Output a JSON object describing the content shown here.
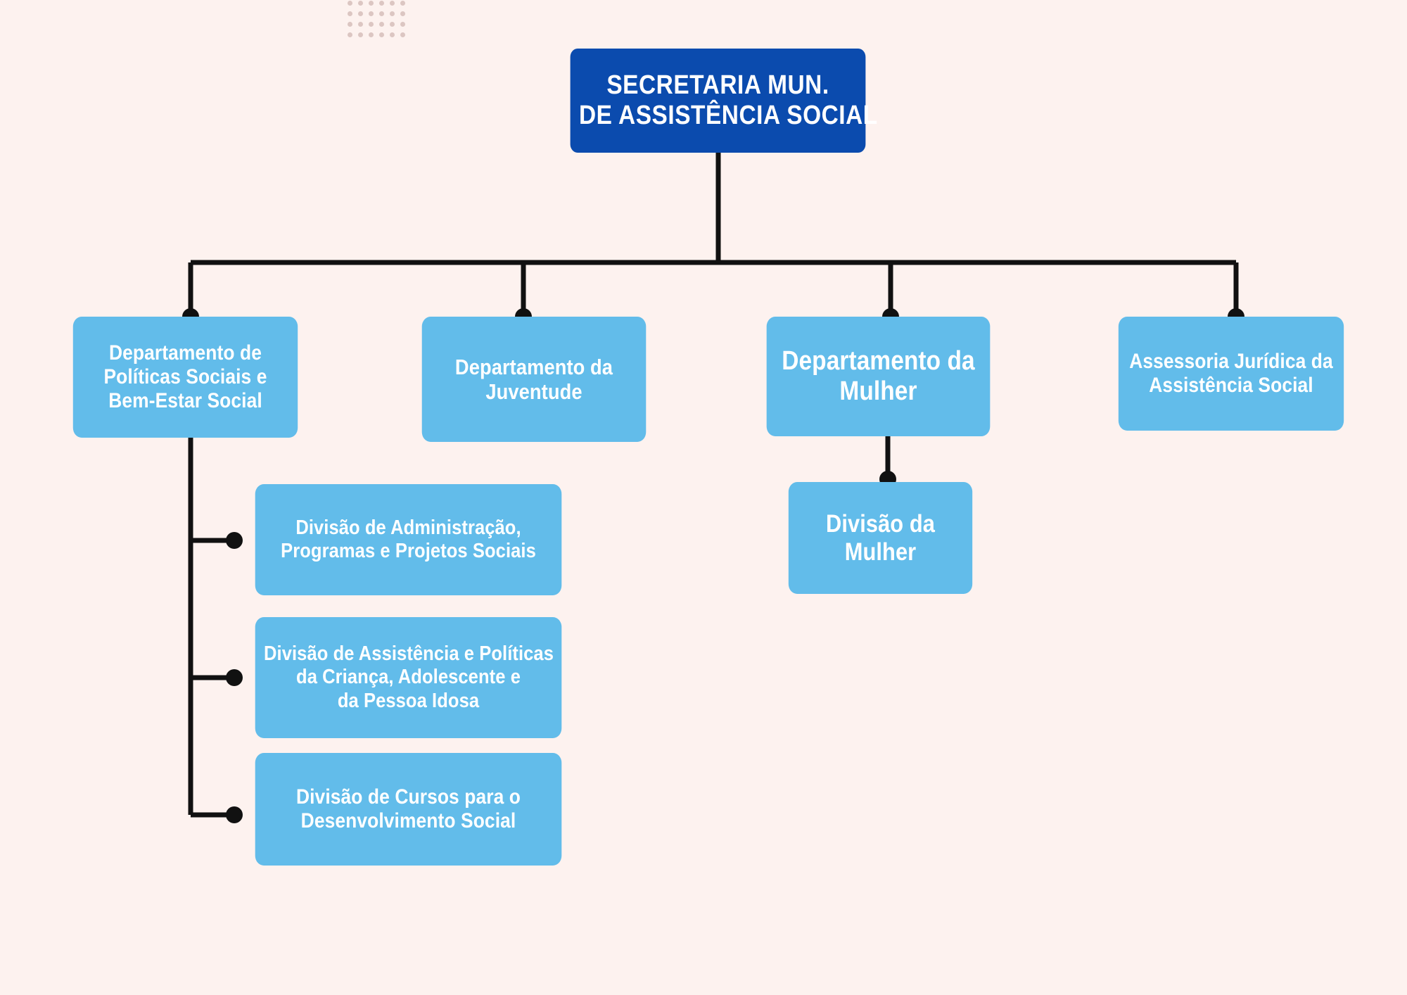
{
  "diagram": {
    "type": "organizational-chart",
    "title": "SECRETARIA MUN. DE ASSISTÊNCIA SOCIAL",
    "background_color": "#FDF2EF",
    "root_color": "#0B4BAE",
    "node_color": "#62BCEA",
    "connector_color": "#111111",
    "text_color": "#FFFFFF"
  },
  "root": {
    "id": "secretaria",
    "line1": "SECRETARIA MUN.",
    "line2": "DE ASSISTÊNCIA SOCIAL"
  },
  "departments": [
    {
      "id": "politicas-sociais",
      "line1": "Departamento de",
      "line2": "Políticas Sociais e",
      "line3": "Bem-Estar Social"
    },
    {
      "id": "juventude",
      "line1": "Departamento da",
      "line2": "Juventude"
    },
    {
      "id": "mulher",
      "line1": "Departamento da",
      "line2": "Mulher"
    },
    {
      "id": "assessoria-juridica",
      "line1": "Assessoria Jurídica da",
      "line2": "Assistência Social"
    }
  ],
  "divisions": [
    {
      "id": "divisao-administracao",
      "parent": "politicas-sociais",
      "line1": "Divisão de Administração,",
      "line2": "Programas e Projetos Sociais"
    },
    {
      "id": "divisao-assistencia",
      "parent": "politicas-sociais",
      "line1": "Divisão de Assistência e Políticas",
      "line2": "da Criança, Adolescente e",
      "line3": "da Pessoa Idosa"
    },
    {
      "id": "divisao-cursos",
      "parent": "politicas-sociais",
      "line1": "Divisão de Cursos para o",
      "line2": "Desenvolvimento Social"
    },
    {
      "id": "divisao-mulher",
      "parent": "mulher",
      "line1": "Divisão da",
      "line2": "Mulher"
    }
  ]
}
